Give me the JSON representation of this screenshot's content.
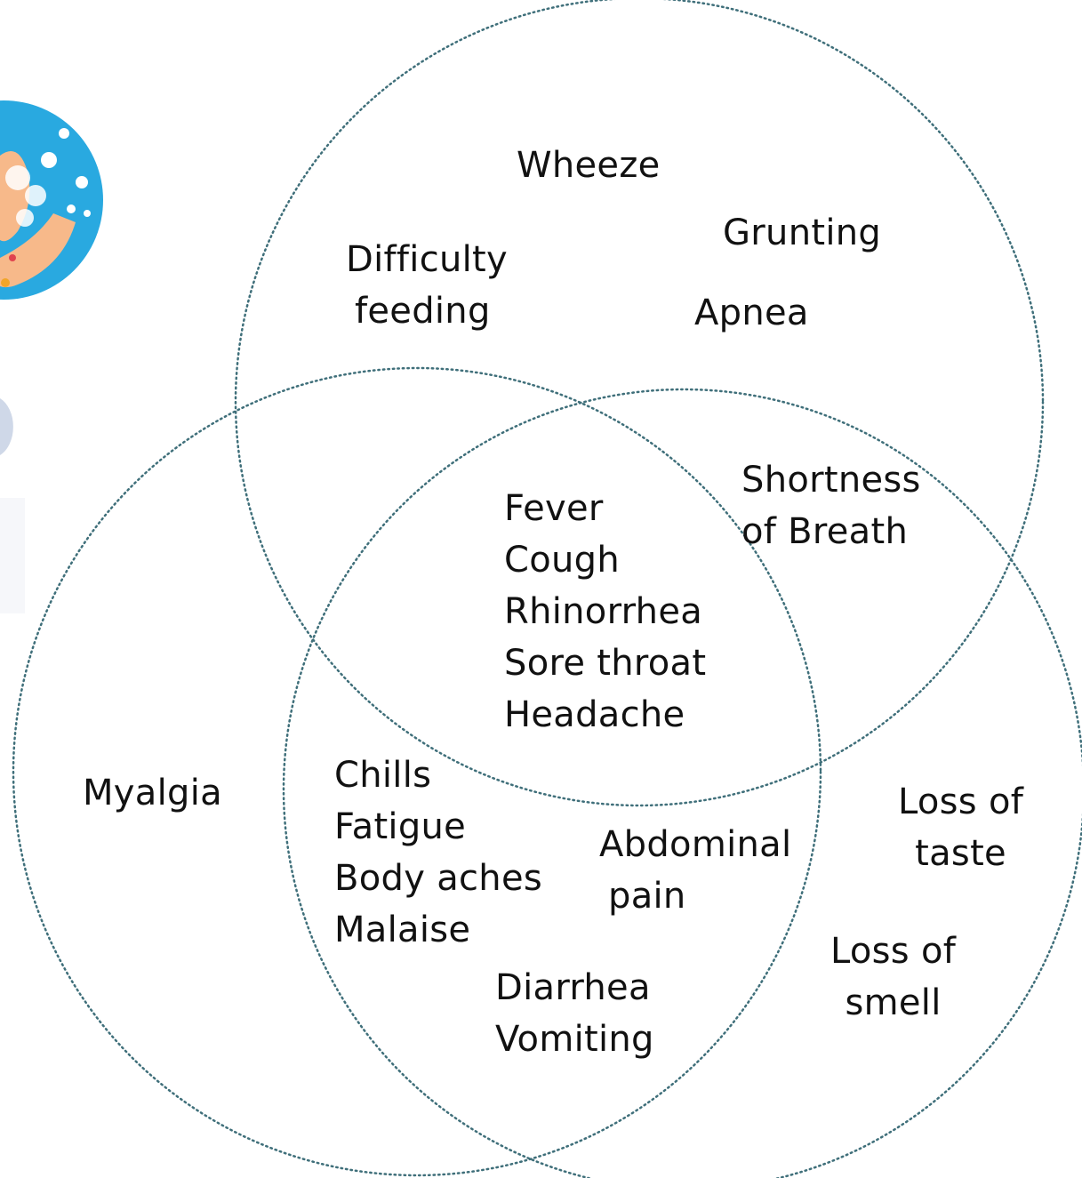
{
  "labels": {
    "wheeze": "Wheeze",
    "grunting": "Grunting",
    "apnea": "Apnea",
    "difficulty_feeding": [
      "Difficulty",
      "feeding"
    ],
    "shortness_of_breath": [
      "Shortness",
      "of Breath"
    ],
    "center": [
      "Fever",
      "Cough",
      "Rhinorrhea",
      "Sore throat",
      "Headache"
    ],
    "myalgia": "Myalgia",
    "chills_group": [
      "Chills",
      "Fatigue",
      "Body aches",
      "Malaise"
    ],
    "abdominal_pain": [
      "Abdominal",
      "pain"
    ],
    "gi": [
      "Diarrhea",
      "Vomiting"
    ],
    "loss_of_taste": [
      "Loss of",
      "taste"
    ],
    "loss_of_smell": [
      "Loss of",
      "smell"
    ]
  },
  "colors": {
    "circle_stroke": "#3f6f7a",
    "text": "#111111",
    "icon_blue": "#29a9e0",
    "icon_skin": "#f7b98a"
  },
  "icons": {
    "top": "handwashing-icon",
    "bottom": "partial-circle-icon"
  }
}
